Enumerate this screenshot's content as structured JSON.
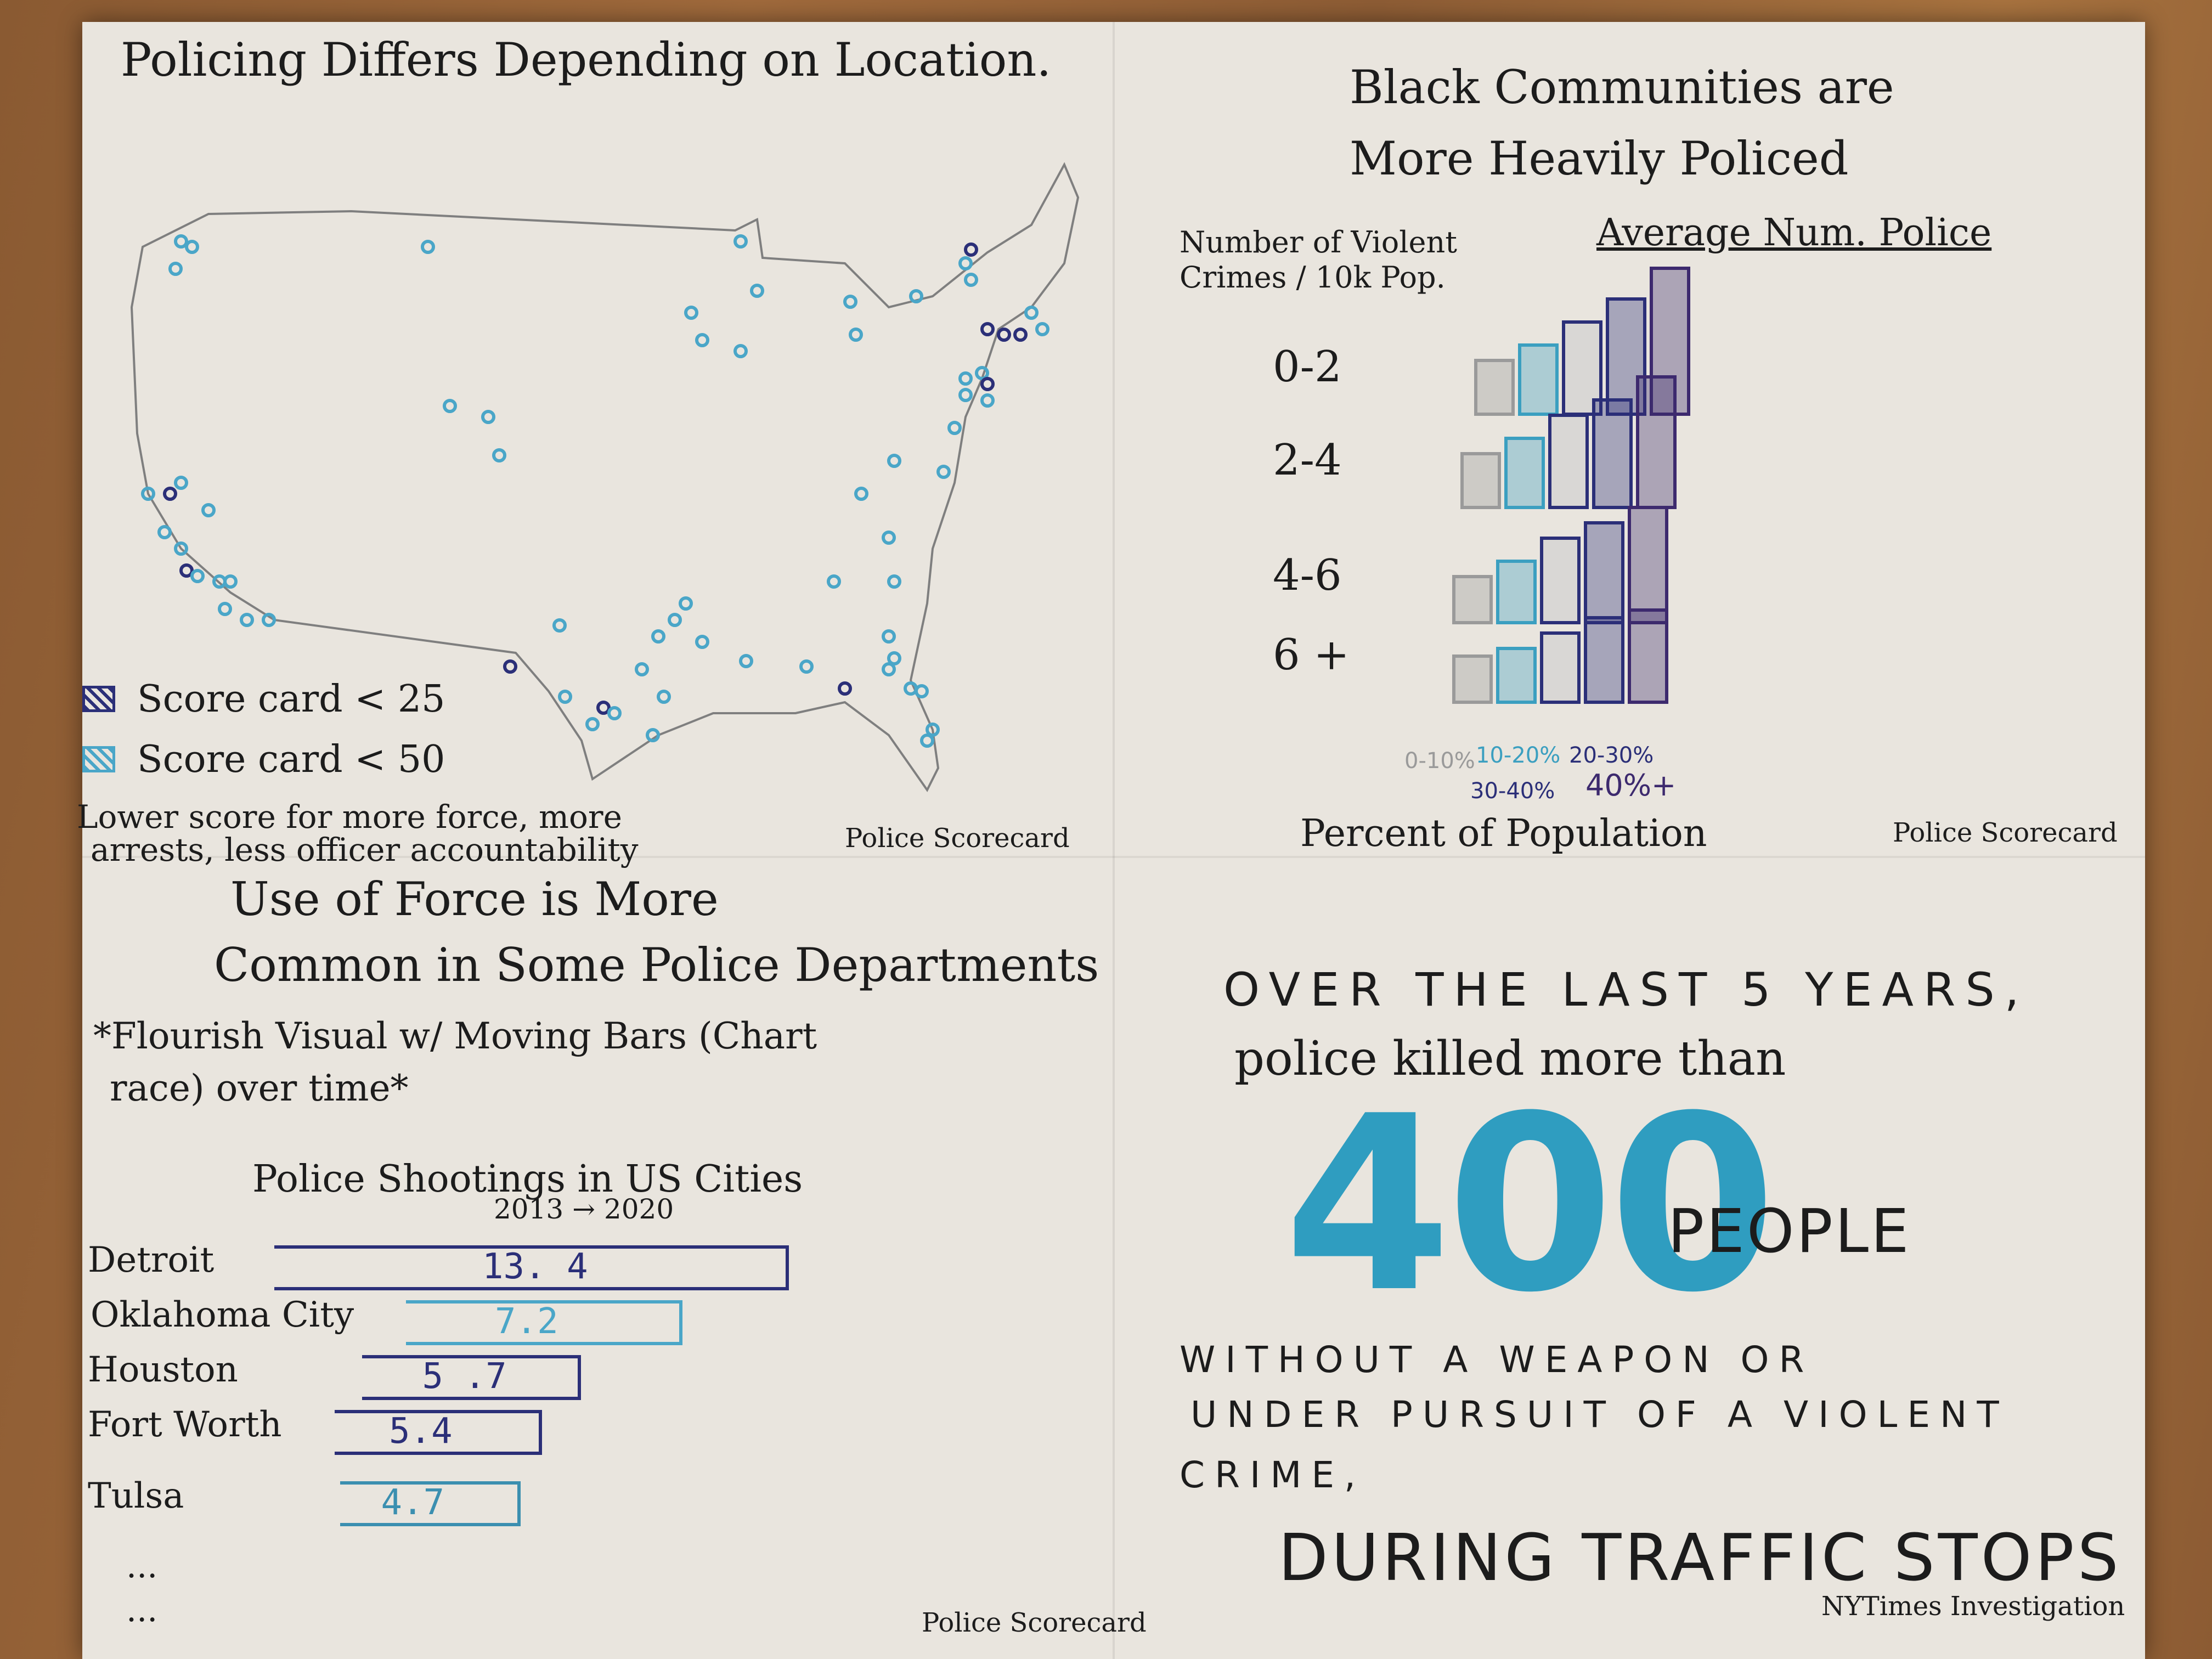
{
  "map_panel": {
    "title": "Policing Differs Depending on Location.",
    "legend": [
      {
        "label": "Score card < 25",
        "color": "#2b2f78"
      },
      {
        "label": "Score card < 50",
        "color": "#4aa6c8"
      }
    ],
    "note_line1": "Lower score for more force, more",
    "note_line2": "arrests, less officer accountability",
    "source": "Police Scorecard"
  },
  "bar_panel": {
    "source": "Police Scorecard"
  },
  "shootings_panel": {
    "title_line1": "Use of Force is More",
    "title_line2": "Common in Some Police Departments",
    "note_line1": "*Flourish Visual w/ Moving Bars (Chart",
    "note_line2": "race) over time*",
    "source": "Police Scorecard"
  },
  "stat_panel": {
    "line1": "OVER THE LAST 5 YEARS,",
    "line2": "police killed more than",
    "number": "400",
    "unit": "PEOPLE",
    "line3": "WITHOUT A WEAPON OR",
    "line4": "UNDER PURSUIT OF A VIOLENT",
    "line5": "CRIME,",
    "line6": "DURING TRAFFIC STOPS",
    "source": "NYTimes Investigation"
  },
  "chart_data": [
    {
      "type": "bar",
      "title": "Black Communities are More Heavily Policed",
      "ylabel": "Number of Violent Crimes / 10k Pop.",
      "xlabel": "Percent of Population",
      "value_label": "Average Num. Police",
      "categories": [
        "0-2",
        "2-4",
        "4-6",
        "6 +"
      ],
      "series": [
        {
          "name": "0-10%",
          "color": "#9a9a9a",
          "values": [
            3.5,
            3.5,
            3,
            3
          ]
        },
        {
          "name": "10-20%",
          "color": "#3b9fc0",
          "values": [
            4.5,
            4.5,
            4,
            3.5
          ]
        },
        {
          "name": "20-30%",
          "color": "#2b2f78",
          "values": [
            6,
            6,
            5.5,
            4.5
          ]
        },
        {
          "name": "30-40%",
          "color": "#2b2f78",
          "values": [
            7.5,
            7,
            6.5,
            5.5
          ]
        },
        {
          "name": "40%+",
          "color": "#3d2a6e",
          "values": [
            9.5,
            8.5,
            7.5,
            6
          ]
        }
      ]
    },
    {
      "type": "bar",
      "title": "Police Shootings in US Cities",
      "subtitle": "2013 → 2020",
      "categories": [
        "Detroit",
        "Oklahoma City",
        "Houston",
        "Fort Worth",
        "Tulsa"
      ],
      "values": [
        13.4,
        7.2,
        5.7,
        5.4,
        4.7
      ],
      "value_labels": [
        "13. 4",
        "7.2",
        "5 .7",
        "5.4",
        "4.7"
      ],
      "more": [
        "...",
        "..."
      ]
    }
  ]
}
